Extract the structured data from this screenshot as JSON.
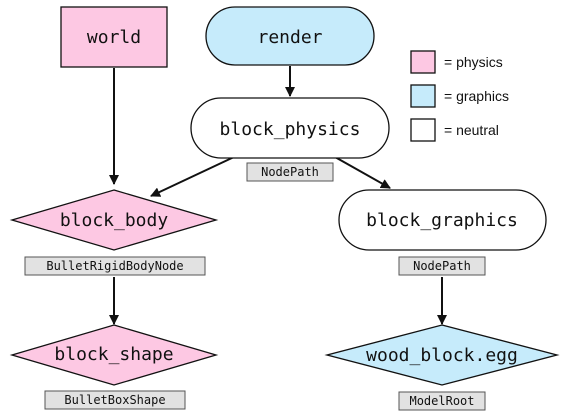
{
  "colors": {
    "physics": "#fdc8e3",
    "graphics": "#c6ebfb",
    "neutral": "#ffffff"
  },
  "nodes": {
    "world": {
      "label": "world",
      "kind": "physics"
    },
    "render": {
      "label": "render",
      "kind": "graphics"
    },
    "block_physics": {
      "label": "block_physics",
      "kind": "neutral",
      "tag": "NodePath"
    },
    "block_body": {
      "label": "block_body",
      "kind": "physics",
      "tag": "BulletRigidBodyNode"
    },
    "block_graphics": {
      "label": "block_graphics",
      "kind": "neutral",
      "tag": "NodePath"
    },
    "block_shape": {
      "label": "block_shape",
      "kind": "physics",
      "tag": "BulletBoxShape"
    },
    "wood_block": {
      "label": "wood_block.egg",
      "kind": "graphics",
      "tag": "ModelRoot"
    }
  },
  "legend": [
    {
      "kind": "physics",
      "label": "= physics"
    },
    {
      "kind": "graphics",
      "label": "= graphics"
    },
    {
      "kind": "neutral",
      "label": "= neutral"
    }
  ]
}
